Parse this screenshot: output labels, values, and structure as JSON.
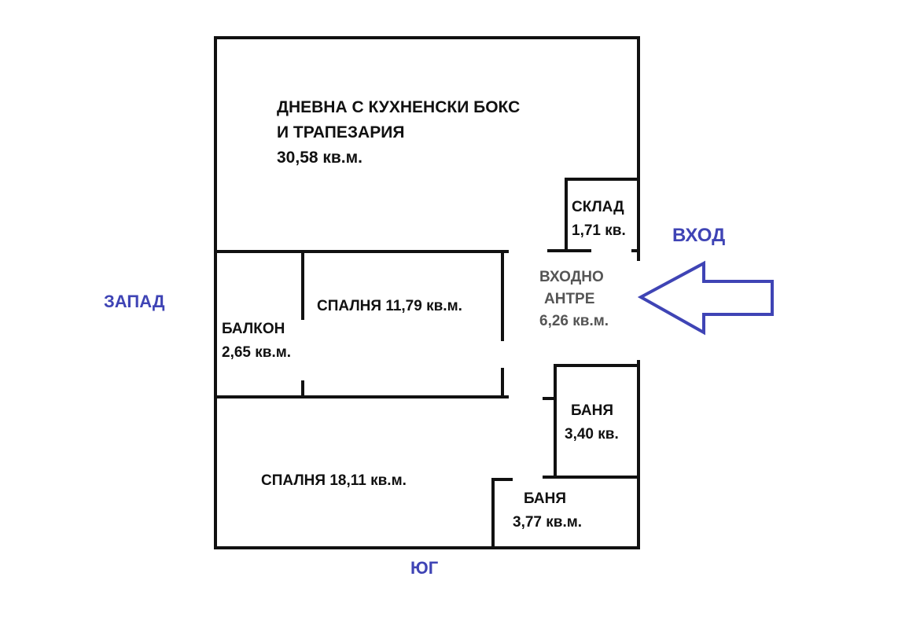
{
  "rooms": {
    "living": {
      "name_line1": "ДНЕВНА С КУХНЕНСКИ БОКС",
      "name_line2": "И ТРАПЕЗАРИЯ",
      "area": "30,58 кв.м."
    },
    "storage": {
      "name": "СКЛАД",
      "area": "1,71 кв."
    },
    "hall": {
      "name_line1": "ВХОДНО",
      "name_line2": "АНТРЕ",
      "area": "6,26 кв.м."
    },
    "bedroom_small": {
      "label": "СПАЛНЯ 11,79 кв.м."
    },
    "balcony": {
      "name": "БАЛКОН",
      "area": "2,65 кв.м."
    },
    "bath1": {
      "name": "БАНЯ",
      "area": "3,40 кв."
    },
    "bath2": {
      "name": "БАНЯ",
      "area": "3,77 кв.м."
    },
    "bedroom_large": {
      "label": "СПАЛНЯ 18,11 кв.м."
    }
  },
  "directions": {
    "west": "ЗАПАД",
    "south": "ЮГ",
    "entrance": "ВХОД"
  },
  "colors": {
    "walls": "#111111",
    "accent": "#3f44b5"
  }
}
